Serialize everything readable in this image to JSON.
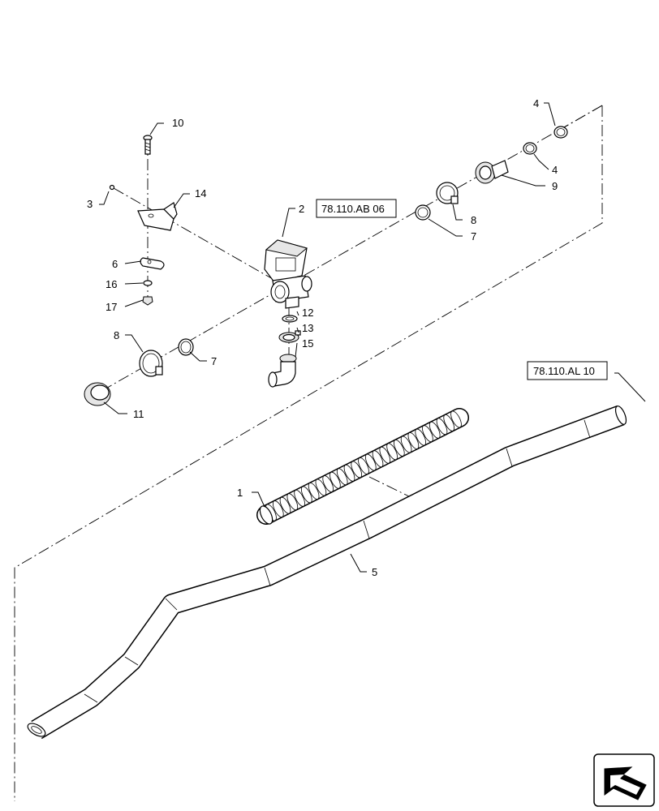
{
  "callouts": {
    "c1": "1",
    "c2": "2",
    "c3": "3",
    "c4a": "4",
    "c4b": "4",
    "c5": "5",
    "c6": "6",
    "c7a": "7",
    "c7b": "7",
    "c8a": "8",
    "c8b": "8",
    "c9": "9",
    "c10": "10",
    "c11": "11",
    "c12": "12",
    "c13": "13",
    "c14": "14",
    "c15": "15",
    "c16": "16",
    "c17": "17"
  },
  "references": {
    "ref_ab": "78.110.AB 06",
    "ref_al": "78.110.AL 10"
  },
  "icons": {
    "nav": "next-page-arrow-icon"
  }
}
